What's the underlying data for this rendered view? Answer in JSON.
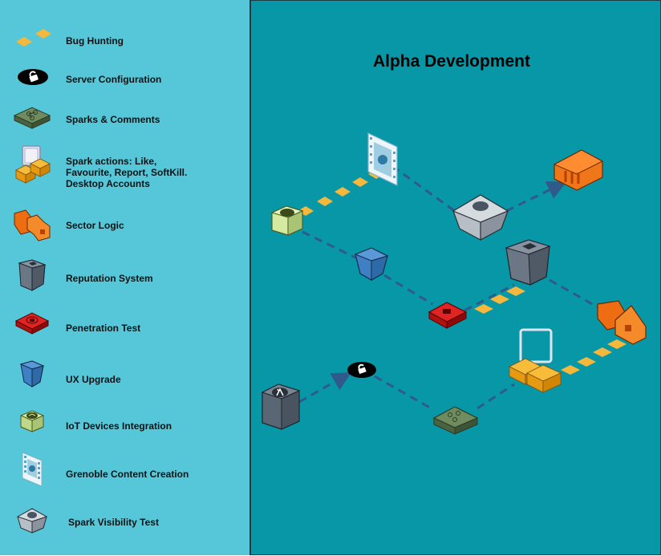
{
  "diagram": {
    "title": "Alpha Development"
  },
  "legend": {
    "items": [
      {
        "icon": "bug-hunting-icon",
        "label": "Bug Hunting"
      },
      {
        "icon": "server-configuration-icon",
        "label": "Server Configuration"
      },
      {
        "icon": "sparks-comments-icon",
        "label": "Sparks & Comments"
      },
      {
        "icon": "spark-actions-icon",
        "label": "Spark actions: Like,\nFavourite, Report, SoftKill.\nDesktop Accounts"
      },
      {
        "icon": "sector-logic-icon",
        "label": "Sector Logic"
      },
      {
        "icon": "reputation-system-icon",
        "label": "Reputation System"
      },
      {
        "icon": "penetration-test-icon",
        "label": "Penetration Test"
      },
      {
        "icon": "ux-upgrade-icon",
        "label": "UX Upgrade"
      },
      {
        "icon": "iot-devices-icon",
        "label": "IoT Devices Integration"
      },
      {
        "icon": "content-creation-icon",
        "label": "Grenoble Content Creation"
      },
      {
        "icon": "spark-visibility-icon",
        "label": "Spark Visibility Test"
      }
    ]
  },
  "colors": {
    "legend_bg": "#56c7d9",
    "diagram_bg": "#0897a6",
    "dashed_link": "#2f5a8a",
    "bug_hunting": "#f5b83a",
    "sector_logic": "#ef6d12",
    "penetration": "#d42020",
    "ux_upgrade": "#3f7fc4",
    "iot": "#d4eaa0",
    "sparks_comments": "#5e7a52",
    "reputation": "#5a6673"
  }
}
